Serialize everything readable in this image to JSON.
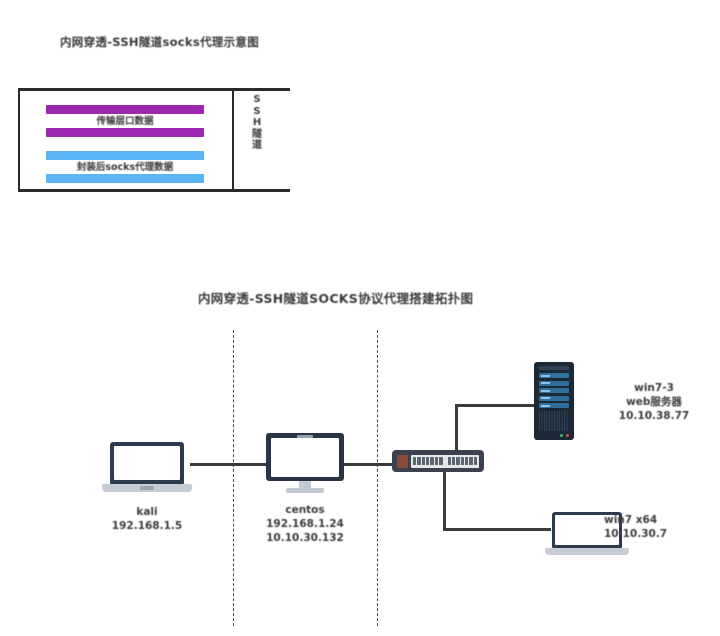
{
  "schematic": {
    "title": "内网穿透-SSH隧道socks代理示意图",
    "bands": [
      {
        "name": "application-layer",
        "label": "传输层口数据",
        "color": "#9b27b0"
      },
      {
        "name": "socks-layer",
        "label": "封装后socks代理数据",
        "color": "#5bb4f5"
      }
    ],
    "tunnel_label_chars": [
      "S",
      "S",
      "H",
      "隧",
      "道"
    ],
    "tunnel_label": "SSH隧道"
  },
  "topology": {
    "title": "内网穿透-SSH隧道SOCKS协议代理搭建拓扑图",
    "nodes": [
      {
        "id": "kali",
        "icon": "laptop-icon",
        "name": "kali",
        "addresses": [
          "192.168.1.5"
        ]
      },
      {
        "id": "centos",
        "icon": "desktop-monitor-icon",
        "name": "centos",
        "addresses": [
          "192.168.1.24",
          "10.10.30.132"
        ]
      },
      {
        "id": "switch",
        "icon": "network-switch-icon",
        "name": "",
        "addresses": []
      },
      {
        "id": "win7-3",
        "icon": "server-tower-icon",
        "name": "win7-3",
        "role": "web服务器",
        "addresses": [
          "10.10.38.77"
        ]
      },
      {
        "id": "win7-x64",
        "icon": "laptop-icon",
        "name": "win7 x64",
        "addresses": [
          "10.10.30.7"
        ]
      }
    ]
  },
  "colors": {
    "purple_band": "#9b27b0",
    "blue_band": "#5bb4f5",
    "link": "#3a3a3a",
    "device_dark": "#2d3b4e",
    "server_body": "#1b2835",
    "switch_body": "#3c4150",
    "text": "#333333"
  }
}
